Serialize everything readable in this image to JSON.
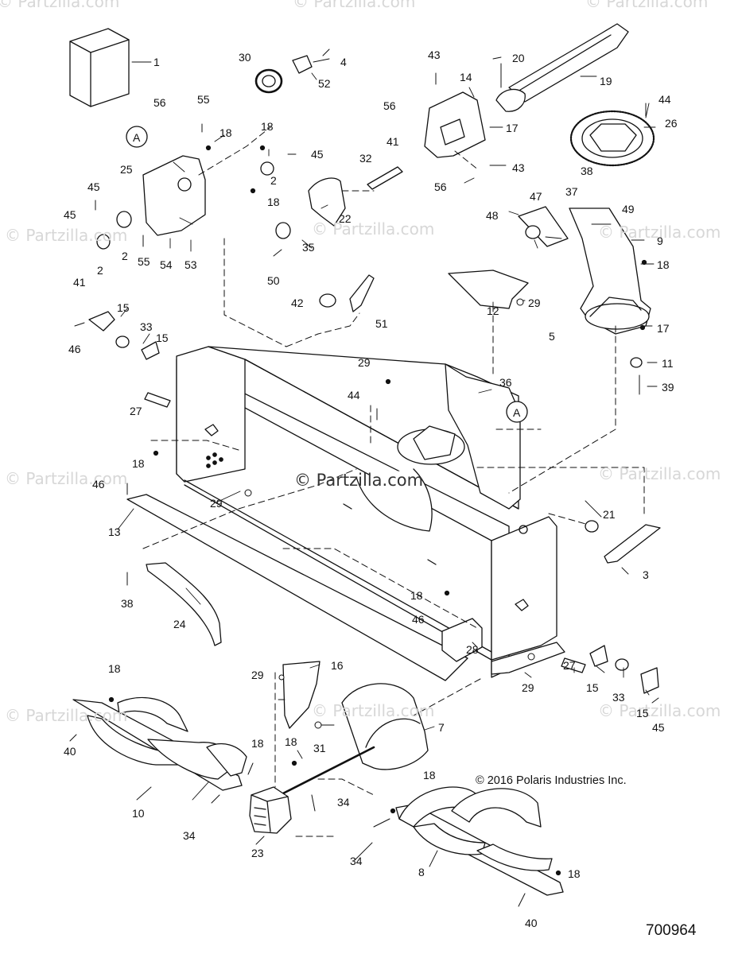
{
  "diagram": {
    "copyright": "© 2016 Polaris Industries Inc.",
    "figure_number": "700964",
    "watermark_center": "© Partzilla.com",
    "watermark_faint": "© Partzilla.com",
    "reference_marker": "A",
    "callouts": {
      "c1": "1",
      "c2a": "2",
      "c2b": "2",
      "c2c": "2",
      "c3": "3",
      "c4": "4",
      "c5": "5",
      "c7": "7",
      "c8": "8",
      "c9": "9",
      "c10": "10",
      "c11": "11",
      "c12": "12",
      "c13": "13",
      "c14": "14",
      "c15a": "15",
      "c15b": "15",
      "c15c": "15",
      "c15d": "15",
      "c16": "16",
      "c17a": "17",
      "c17b": "17",
      "c18a": "18",
      "c18b": "18",
      "c18c": "18",
      "c18d": "18",
      "c18e": "18",
      "c18f": "18",
      "c18g": "18",
      "c18h": "18",
      "c18i": "18",
      "c18j": "18",
      "c19": "19",
      "c20": "20",
      "c21": "21",
      "c22": "22",
      "c23": "23",
      "c24": "24",
      "c25": "25",
      "c26": "26",
      "c27a": "27",
      "c27b": "27",
      "c28": "28",
      "c29a": "29",
      "c29b": "29",
      "c29c": "29",
      "c29d": "29",
      "c29e": "29",
      "c30": "30",
      "c31": "31",
      "c32": "32",
      "c33a": "33",
      "c33b": "33",
      "c34a": "34",
      "c34b": "34",
      "c34c": "34",
      "c35": "35",
      "c36": "36",
      "c37": "37",
      "c38a": "38",
      "c38b": "38",
      "c39": "39",
      "c40a": "40",
      "c40b": "40",
      "c41a": "41",
      "c41b": "41",
      "c42": "42",
      "c43a": "43",
      "c43b": "43",
      "c44a": "44",
      "c44b": "44",
      "c45a": "45",
      "c45b": "45",
      "c45c": "45",
      "c45d": "45",
      "c46a": "46",
      "c46b": "46",
      "c46c": "46",
      "c47": "47",
      "c48": "48",
      "c49": "49",
      "c50": "50",
      "c51": "51",
      "c52": "52",
      "c53": "53",
      "c54": "54",
      "c55a": "55",
      "c55b": "55",
      "c56a": "56",
      "c56b": "56",
      "c56c": "56"
    }
  }
}
